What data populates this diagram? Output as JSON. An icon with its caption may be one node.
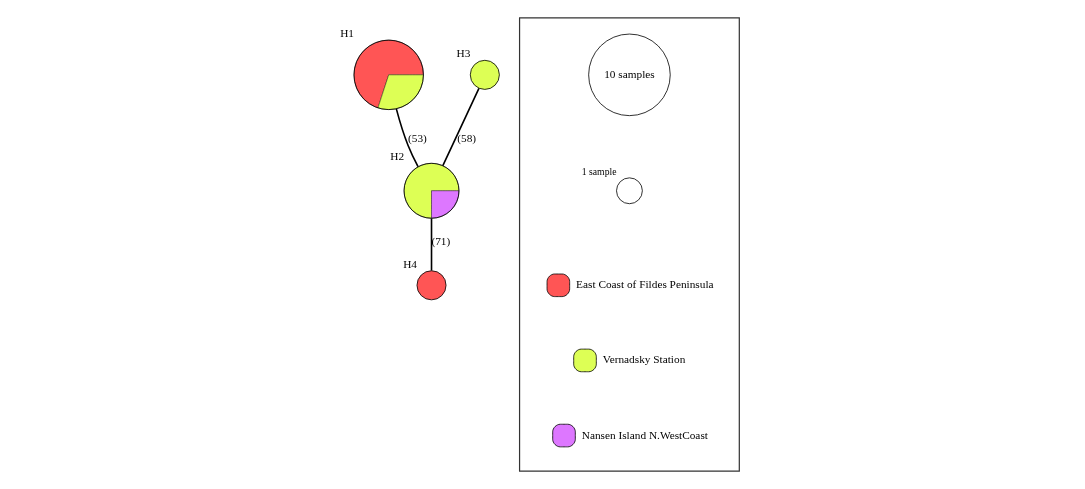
{
  "diagram": {
    "nodes": [
      {
        "text": [
          "H1"
        ]
      },
      {
        "text": [
          "H2"
        ]
      },
      {
        "text": [
          "H3"
        ]
      },
      {
        "text": [
          "H4"
        ]
      },
      {
        "text": [],
        "shape": "box"
      },
      {
        "text": [
          "10 samples"
        ],
        "in": 4
      },
      {
        "text": [],
        "shape": "circle",
        "in": 4,
        "beside": [
          "1 sample"
        ]
      }
    ],
    "edges": [
      {
        "from": 2,
        "to": 1,
        "arrow": "none",
        "label": "(58)"
      },
      {
        "from": 1,
        "to": 0,
        "arrow": "none",
        "label": "(53)"
      },
      {
        "from": 1,
        "to": 3,
        "arrow": "none",
        "label": "(71)"
      }
    ],
    "legend": [
      {
        "text": "East Coast of Fildes Peninsula",
        "color": "#ff5555"
      },
      {
        "text": "Vernadsky Station",
        "color": "#ddff55"
      },
      {
        "text": "Nansen Island N.WestCoast",
        "color": "#dd77ff"
      }
    ]
  }
}
